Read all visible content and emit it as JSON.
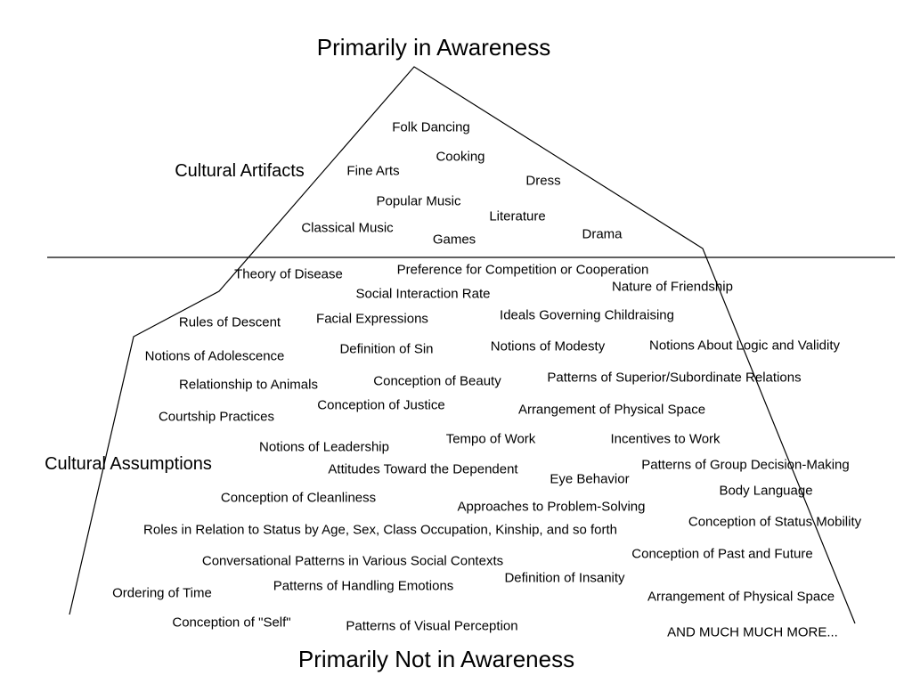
{
  "headings": {
    "top": "Primarily in Awareness",
    "bottom": "Primarily Not in Awareness"
  },
  "sections": {
    "artifacts": "Cultural Artifacts",
    "assumptions": "Cultural Assumptions"
  },
  "artifacts": [
    "Folk Dancing",
    "Cooking",
    "Fine Arts",
    "Dress",
    "Popular Music",
    "Literature",
    "Classical Music",
    "Games",
    "Drama"
  ],
  "assumptions": [
    "Theory of Disease",
    "Preference for Competition or Cooperation",
    "Nature of Friendship",
    "Social Interaction Rate",
    "Rules of Descent",
    "Facial Expressions",
    "Ideals Governing Childraising",
    "Notions of Adolescence",
    "Definition of Sin",
    "Notions of Modesty",
    "Notions About Logic and Validity",
    "Relationship to Animals",
    "Conception of Beauty",
    "Patterns of Superior/Subordinate Relations",
    "Courtship Practices",
    "Conception of Justice",
    "Arrangement of Physical Space",
    "Notions of Leadership",
    "Tempo of Work",
    "Incentives to Work",
    "Attitudes Toward the Dependent",
    "Patterns of Group Decision-Making",
    "Eye Behavior",
    "Body Language",
    "Conception of Cleanliness",
    "Approaches to Problem-Solving",
    "Conception of Status Mobility",
    "Roles in Relation to Status by Age, Sex, Class Occupation, Kinship, and so forth",
    "Conversational Patterns in Various Social Contexts",
    "Conception of Past and Future",
    "Definition of Insanity",
    "Ordering of Time",
    "Patterns of Handling Emotions",
    "Arrangement of Physical Space",
    "Conception of \"Self\"",
    "Patterns of Visual Perception",
    "AND MUCH MUCH MORE..."
  ]
}
